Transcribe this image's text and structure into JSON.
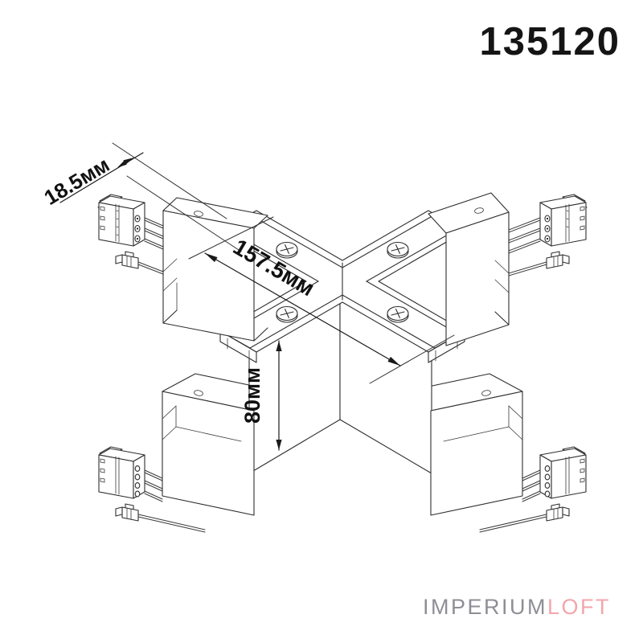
{
  "labels": {
    "part_number": "135120"
  },
  "dimensions": {
    "plate_thickness": "18.5мм",
    "length": "157.5мм",
    "height": "80мм"
  },
  "logo": {
    "part1": "IMPERIUM",
    "part2": "LOFT",
    "color1": "#8e8e96",
    "color2": "#f2a6ab"
  },
  "drawing": {
    "type": "isometric technical drawing",
    "subject": "X-shaped (cross) track connector with four channel arms, wired terminal connectors at each corner",
    "line_color": "#2e2e2e",
    "background": "#ffffff",
    "screw_count": 4,
    "icons": [
      "phillips-screw-icon",
      "terminal-block-icon",
      "mini-plug-icon",
      "dimension-arrow-icon"
    ]
  }
}
